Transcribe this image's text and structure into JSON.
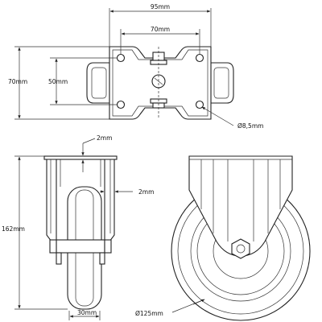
{
  "top_view": {
    "overall_width": "95mm",
    "hole_spacing_width": "70mm",
    "overall_height": "70mm",
    "hole_spacing_height": "50mm",
    "hole_diameter": "Ø8,5mm"
  },
  "side_view": {
    "plate_thickness": "2mm",
    "bracket_thickness": "2mm",
    "overall_height": "162mm",
    "wheel_width": "30mm"
  },
  "front_view": {
    "wheel_diameter": "Ø125mm"
  }
}
